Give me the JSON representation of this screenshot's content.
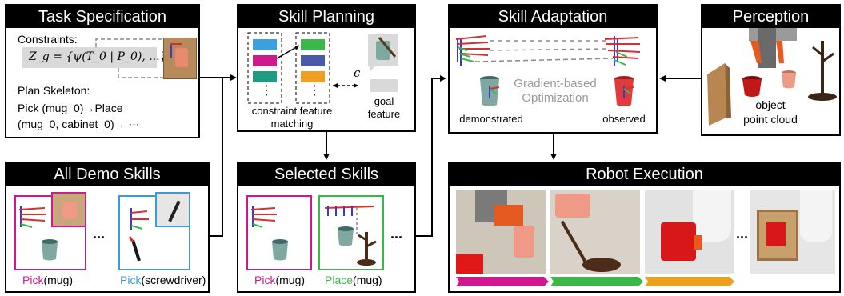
{
  "panels": {
    "task_spec": {
      "title": "Task Specification",
      "constraints_label": "Constraints:",
      "formula": "Z_g = {ψ(T_0 | P_0), ...}",
      "plan_label": "Plan Skeleton:",
      "plan_line1": "Pick (mug_0)→Place",
      "plan_line2": "(mug_0, cabinet_0)→ ⋯"
    },
    "skill_planning": {
      "title": "Skill Planning",
      "matching_caption_1": "constraint feature",
      "matching_caption_2": "matching",
      "goal_caption_1": "goal",
      "goal_caption_2": "feature",
      "c_label": "c",
      "ellipsis": "⋮"
    },
    "skill_adaptation": {
      "title": "Skill Adaptation",
      "optim_line1": "Gradient-based",
      "optim_line2": "Optimization",
      "demonstrated_label": "demonstrated",
      "observed_label": "observed"
    },
    "perception": {
      "title": "Perception",
      "caption_1": "object",
      "caption_2": "point cloud"
    },
    "all_demo": {
      "title": "All Demo Skills",
      "skill1_verb": "Pick",
      "skill1_obj": "(mug)",
      "skill2_verb": "Pick",
      "skill2_obj": "(screwdriver)",
      "dots": "..."
    },
    "selected": {
      "title": "Selected Skills",
      "skill1_verb": "Pick",
      "skill1_obj": "(mug)",
      "skill2_verb": "Place",
      "skill2_obj": "(mug)",
      "dots": "..."
    },
    "robot_exec": {
      "title": "Robot Execution",
      "dots": "..."
    }
  },
  "colors": {
    "pink": "#d0188f",
    "blue": "#3a9bd8",
    "green": "#3cb84a",
    "orange": "#f0a020",
    "teal": "#1f9b82",
    "indigo": "#4a5aa8",
    "lightblue": "#3aa0e0"
  }
}
